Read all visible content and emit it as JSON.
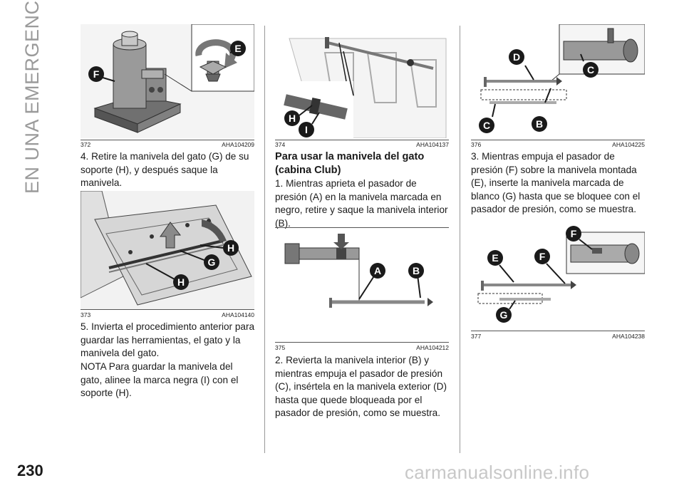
{
  "section_title": "EN UNA EMERGENCIA",
  "page_number": "230",
  "watermark": "carmanualsonline.info",
  "figures": {
    "f372": {
      "num": "372",
      "code": "AHA104209",
      "callouts": [
        "E",
        "F"
      ]
    },
    "f373": {
      "num": "373",
      "code": "AHA104140",
      "callouts": [
        "H",
        "G",
        "H"
      ]
    },
    "f374": {
      "num": "374",
      "code": "AHA104137",
      "callouts": [
        "H",
        "I"
      ]
    },
    "f375": {
      "num": "375",
      "code": "AHA104212",
      "callouts": [
        "A",
        "B"
      ]
    },
    "f376": {
      "num": "376",
      "code": "AHA104225",
      "callouts": [
        "D",
        "C",
        "C",
        "B"
      ]
    },
    "f377": {
      "num": "377",
      "code": "AHA104238",
      "callouts": [
        "F",
        "E",
        "F",
        "G"
      ]
    }
  },
  "col1": {
    "p1": "4. Retire la manivela del gato (G) de su soporte (H), y después saque la manivela.",
    "p2": "5. Invierta el procedimiento anterior para guardar las herramientas, el gato y la manivela del gato.",
    "p3": "NOTA Para guardar la manivela del gato, alinee la marca negra (I) con el soporte (H)."
  },
  "col2": {
    "heading": "Para usar la manivela del gato (cabina Club)",
    "p1": "1. Mientras aprieta el pasador de presión (A) en la manivela marcada en negro, retire y saque la manivela interior (B).",
    "p2": "2. Revierta la manivela interior (B) y mientras empuja el pasador de presión (C), insértela en la manivela exterior (D) hasta que quede bloqueada por el pasador de presión, como se muestra."
  },
  "col3": {
    "p1": "3. Mientras empuja el pasador de presión (F) sobre la manivela montada (E), inserte la manivela marcada de blanco (G) hasta que se bloquee con el pasador de presión, como se muestra."
  },
  "colors": {
    "text": "#1a1a1a",
    "section_title": "#9a9a9a",
    "watermark": "#c8c8c8",
    "callout": "#1a1a1a"
  }
}
